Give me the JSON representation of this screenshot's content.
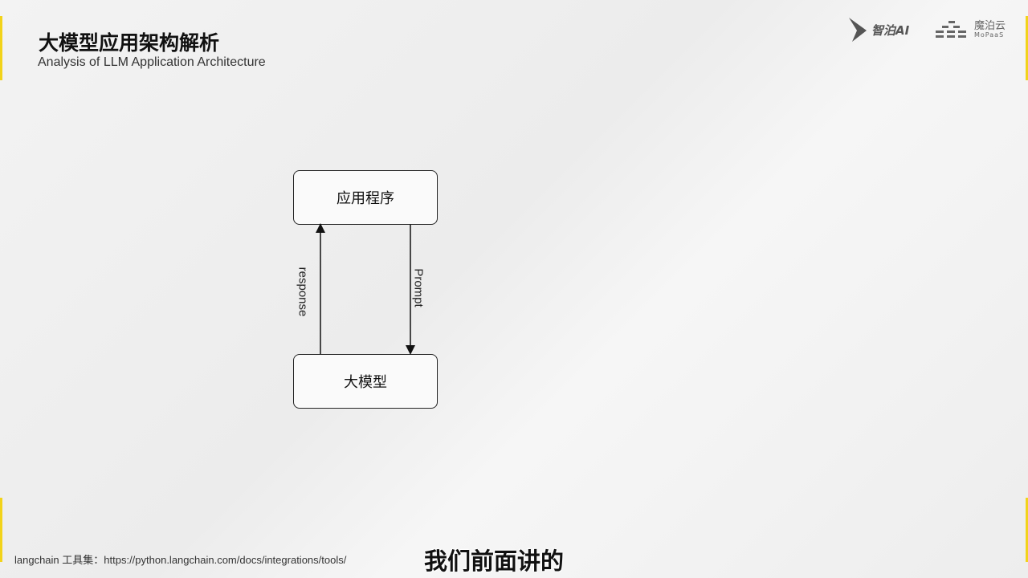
{
  "header": {
    "title": "大模型应用架构解析",
    "subtitle": "Analysis of LLM Application Architecture"
  },
  "logos": {
    "zhipu": "智泊AI",
    "mopaas_cn": "魔泊云",
    "mopaas_en": "MoPaaS"
  },
  "diagram": {
    "top_box": "应用程序",
    "bottom_box": "大模型",
    "up_arrow_label": "response",
    "down_arrow_label": "Prompt"
  },
  "footer": {
    "text": "langchain 工具集：https://python.langchain.com/docs/integrations/tools/"
  },
  "caption": {
    "text": "我们前面讲的"
  },
  "colors": {
    "accent": "#f2d31a"
  }
}
